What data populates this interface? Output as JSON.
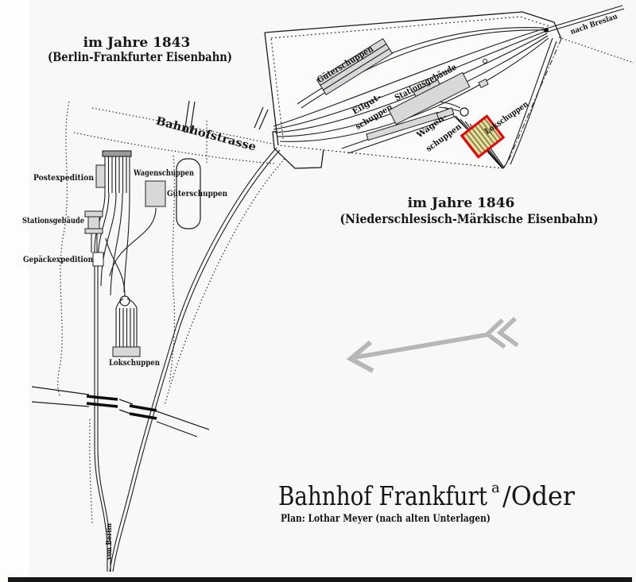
{
  "headings": {
    "era1843_line1": "im Jahre 1843",
    "era1843_line2": "(Berlin-Frankfurter Eisenbahn)",
    "era1846_line1": "im Jahre 1846",
    "era1846_line2": "(Niederschlesisch-Märkische Eisenbahn)"
  },
  "title": {
    "main": "Bahnhof Frankfurt",
    "superscript": "a",
    "suffix": "/Oder",
    "credit": "Plan: Lothar Meyer (nach alten Unterlagen)"
  },
  "routes": {
    "street": "Bahnhofstrasse",
    "nach_breslau": "nach Breslau",
    "von_berlin": "von Berlin"
  },
  "station_1843": {
    "postexpedition": "Postexpedition",
    "wagenschuppen": "Wagenschuppen",
    "gueterschuppen": "Güterschuppen",
    "stationsgebaeude": "Stationsgebäude",
    "gepaeckexpedition": "Gepäckexpedition",
    "lokschuppen": "Lokschuppen"
  },
  "station_1846": {
    "gueterschuppen": "Güterschuppen",
    "stationsgebaeude": "Stationsgebäude",
    "eilgutschuppen_line1": "Eilgut-",
    "eilgutschuppen_line2": "schuppen",
    "wagenschuppen_line1": "Wagen-",
    "wagenschuppen_line2": "schuppen",
    "lokschuppen": "Lokschuppen"
  },
  "colors": {
    "ink": "#1a1a1a",
    "building_fill": "#d8d8d8",
    "highlight_border": "#e8000d",
    "highlight_fill": "#e7e1a3",
    "highlight_stripe": "#8d8748",
    "arrow": "#b7b7b7",
    "bottom_bar": "#171717"
  }
}
